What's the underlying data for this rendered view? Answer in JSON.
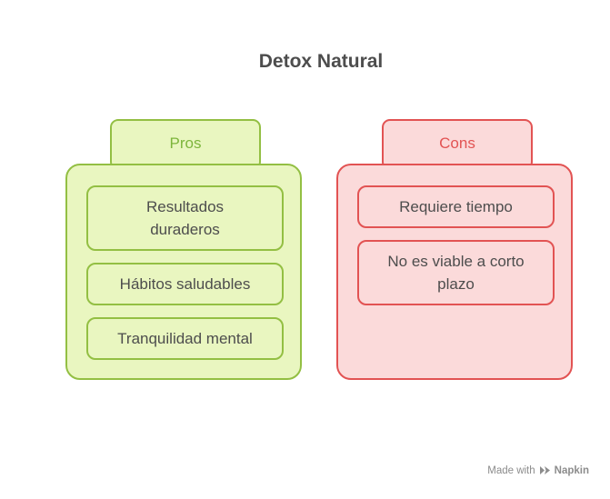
{
  "title": "Detox Natural",
  "cards": [
    {
      "id": "pros",
      "label": "Pros",
      "items": [
        "Resultados\nduraderos",
        "Hábitos saludables",
        "Tranquilidad mental"
      ]
    },
    {
      "id": "cons",
      "label": "Cons",
      "items": [
        "Requiere tiempo",
        "No es viable a corto\nplazo"
      ]
    }
  ],
  "watermark": {
    "prefix": "Made with",
    "brand": "Napkin",
    "icon": "napkin-logo-icon"
  },
  "colors": {
    "title-text": "#4d4d4d",
    "item-text": "#4d4d4d",
    "pros-fill": "#e9f6c0",
    "pros-border": "#93bf43",
    "pros-text": "#7db53c",
    "cons-fill": "#fbdada",
    "cons-border": "#e25353",
    "cons-text": "#e25353",
    "watermark-text": "#8c8c8c"
  }
}
